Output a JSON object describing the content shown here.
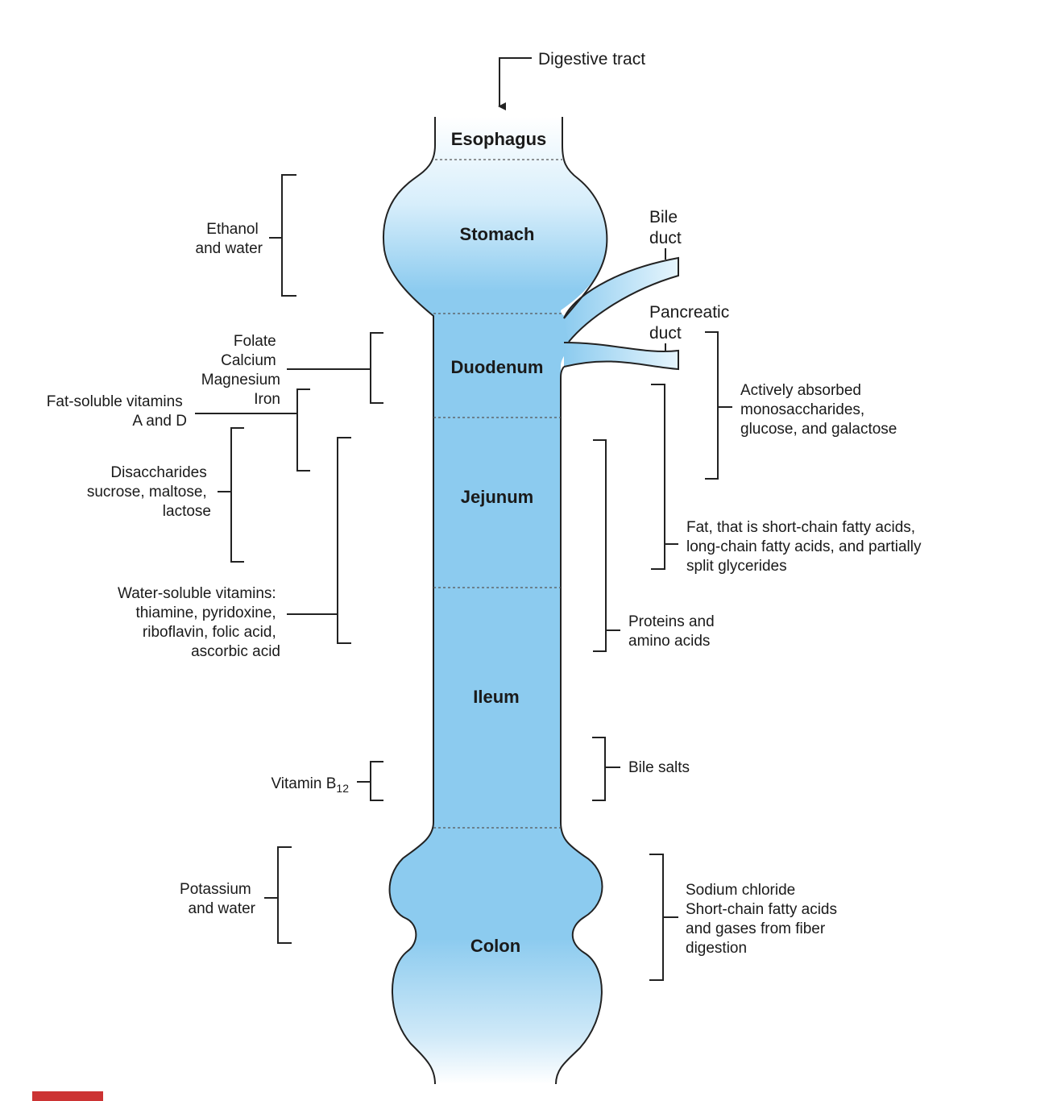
{
  "title": "Digestive tract",
  "segments": {
    "esophagus": "Esophagus",
    "stomach": "Stomach",
    "duodenum": "Duodenum",
    "jejunum": "Jejunum",
    "ileum": "Ileum",
    "colon": "Colon"
  },
  "ducts": {
    "bile": [
      "Bile",
      "duct"
    ],
    "pancreatic": [
      "Pancreatic",
      "duct"
    ]
  },
  "left_labels": {
    "ethanol": [
      "Ethanol",
      "and water"
    ],
    "minerals": [
      "Folate",
      "Calcium",
      "Magnesium"
    ],
    "iron": "Iron",
    "fat_soluble": [
      "Fat-soluble vitamins",
      "A and D"
    ],
    "disaccharides": [
      "Disaccharides",
      "sucrose, maltose,",
      "lactose"
    ],
    "water_soluble": [
      "Water-soluble vitamins:",
      "thiamine, pyridoxine,",
      "riboflavin, folic acid,",
      "ascorbic acid"
    ],
    "b12": "Vitamin B",
    "b12_sub": "12",
    "potassium": [
      "Potassium",
      "and water"
    ]
  },
  "right_labels": {
    "monosaccharides": [
      "Actively absorbed",
      "monosaccharides,",
      "glucose, and galactose"
    ],
    "fat": [
      "Fat, that is short-chain fatty acids,",
      "long-chain fatty acids, and partially",
      "split glycerides"
    ],
    "proteins": [
      "Proteins and",
      "amino acids"
    ],
    "bile_salts": "Bile salts",
    "sodium": [
      "Sodium chloride",
      "Short-chain fatty acids",
      "and gases from fiber",
      "digestion"
    ]
  },
  "colors": {
    "tract_fill": "#8ccbef",
    "tract_light": "#f4fbff",
    "outline": "#222222",
    "badge": "#cc3333"
  }
}
